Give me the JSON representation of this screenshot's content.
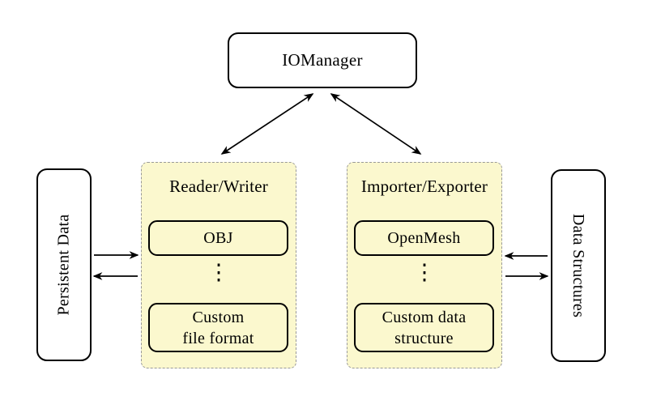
{
  "colors": {
    "background": "#ffffff",
    "group_fill": "#fbf8ce",
    "group_border": "#999999",
    "node_border": "#000000",
    "arrow": "#000000",
    "text": "#000000"
  },
  "nodes": {
    "iomanager": "IOManager",
    "persistent_data": "Persistent Data",
    "data_structures": "Data Structures"
  },
  "groups": {
    "reader_writer": {
      "title": "Reader/Writer",
      "items": [
        "OBJ",
        "⋮",
        "Custom\nfile format"
      ]
    },
    "importer_exporter": {
      "title": "Importer/Exporter",
      "items": [
        "OpenMesh",
        "⋮",
        "Custom data\nstructure"
      ]
    }
  }
}
